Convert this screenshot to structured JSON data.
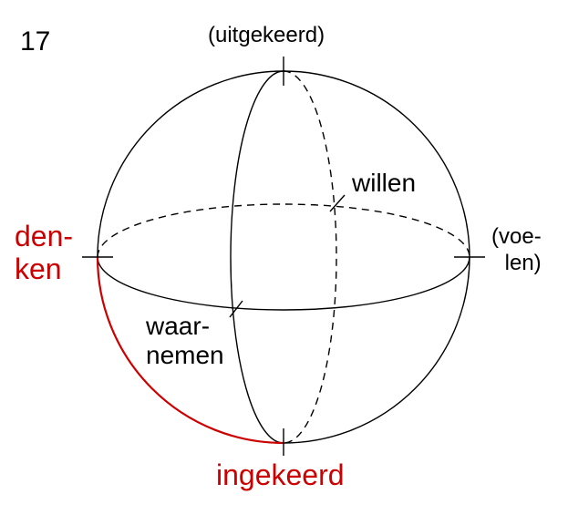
{
  "page_number": "17",
  "labels": {
    "top": "(uitgekeerd)",
    "willen": "willen",
    "denken_line1": "den-",
    "denken_line2": "ken",
    "voelen_line1": "(voe-",
    "voelen_line2": "len)",
    "waarnemen_line1": "waar-",
    "waarnemen_line2": "nemen",
    "bottom": "ingekeerd"
  },
  "colors": {
    "line": "#000000",
    "accent": "#cc0000"
  }
}
